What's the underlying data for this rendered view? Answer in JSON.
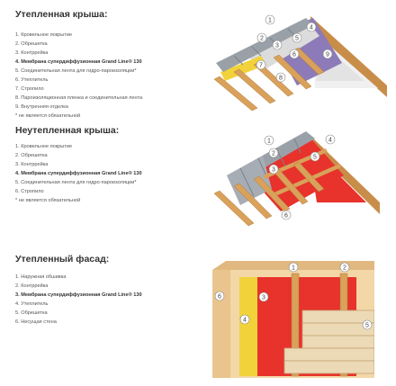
{
  "roof_insulated": {
    "title": "Утепленная крыша:",
    "items": [
      {
        "n": "1",
        "label": "Кровельное покрытие",
        "bold": false
      },
      {
        "n": "2",
        "label": "Обрешетка",
        "bold": false
      },
      {
        "n": "3",
        "label": "Контррейка",
        "bold": false
      },
      {
        "n": "4",
        "label": "Мембрана супердиффузионная Grand Line® 130",
        "bold": true
      },
      {
        "n": "5",
        "label": "Соединительная лента для гидро-пароизоляции*",
        "bold": false
      },
      {
        "n": "6",
        "label": "Утеплитель",
        "bold": false
      },
      {
        "n": "7",
        "label": "Стропило",
        "bold": false
      },
      {
        "n": "8",
        "label": "Пароизоляционная пленка и соединительная лента",
        "bold": false
      },
      {
        "n": "9",
        "label": "Внутренняя отделка",
        "bold": false
      }
    ],
    "note": "* не является обязательной",
    "badges": [
      "1",
      "2",
      "3",
      "4",
      "5",
      "6",
      "7",
      "8",
      "9"
    ]
  },
  "roof_cold": {
    "title": "Неутепленная крыша:",
    "items": [
      {
        "n": "1",
        "label": "Кровельное покрытие",
        "bold": false
      },
      {
        "n": "2",
        "label": "Обрешетка",
        "bold": false
      },
      {
        "n": "3",
        "label": "Контррейка",
        "bold": false
      },
      {
        "n": "4",
        "label": "Мембрана супердиффузионная Grand Line® 130",
        "bold": true
      },
      {
        "n": "5",
        "label": "Соединительная лента для гидро-пароизоляции*",
        "bold": false
      },
      {
        "n": "6",
        "label": "Стропило",
        "bold": false
      }
    ],
    "note": "* не является обязательной",
    "badges": [
      "1",
      "2",
      "3",
      "4",
      "5",
      "6"
    ]
  },
  "facade": {
    "title": "Утепленный фасад:",
    "items": [
      {
        "n": "1",
        "label": "Наружная обшивка",
        "bold": false
      },
      {
        "n": "2",
        "label": "Контррейка",
        "bold": false
      },
      {
        "n": "3",
        "label": "Мембрана супердиффузионная Grand Line® 130",
        "bold": true
      },
      {
        "n": "4",
        "label": "Утеплитель",
        "bold": false
      },
      {
        "n": "5",
        "label": "Обрешетка",
        "bold": false
      },
      {
        "n": "6",
        "label": "Несущая стена",
        "bold": false
      }
    ],
    "badges": [
      "1",
      "2",
      "3",
      "4",
      "5",
      "6"
    ]
  },
  "colors": {
    "membrane": "#e8322c",
    "wood": "#d9a15a",
    "slate": "#9aa0a8",
    "insulation": "#8c7bb8",
    "wall": "#e9c48d"
  }
}
